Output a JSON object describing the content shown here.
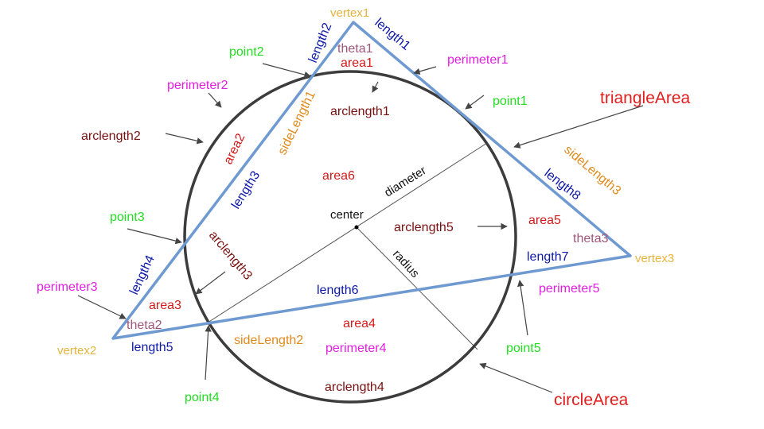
{
  "colors": {
    "triangle": "#6f9ad1",
    "circle": "#3c3c3c",
    "guide": "#555555",
    "arrow": "#444444",
    "title": "#e11d1d",
    "vertex": "#e6b43c",
    "point": "#22dd22",
    "length": "#0d18a8",
    "area": "#d41919",
    "arclength": "#7a1010",
    "perimeter": "#e11fe0",
    "sideLength": "#e08a1a",
    "theta": "#a0567a",
    "black": "#111111"
  },
  "labels": {
    "vertex1": "vertex1",
    "vertex2": "vertex2",
    "vertex3": "vertex3",
    "point1": "point1",
    "point2": "point2",
    "point3": "point3",
    "point4": "point4",
    "point5": "point5",
    "length1": "length1",
    "length2": "length2",
    "length3": "length3",
    "length4": "length4",
    "length5": "length5",
    "length6": "length6",
    "length7": "length7",
    "length8": "length8",
    "area1": "area1",
    "area2": "area2",
    "area3": "area3",
    "area4": "area4",
    "area5": "area5",
    "area6": "area6",
    "arclength1": "arclength1",
    "arclength2": "arclength2",
    "arclength3": "arclength3",
    "arclength4": "arclength4",
    "arclength5": "arclength5",
    "perimeter1": "perimeter1",
    "perimeter2": "perimeter2",
    "perimeter3": "perimeter3",
    "perimeter4": "perimeter4",
    "perimeter5": "perimeter5",
    "sideLength1": "sideLength1",
    "sideLength2": "sideLength2",
    "sideLength3": "sideLength3",
    "theta1": "theta1",
    "theta2": "theta2",
    "theta3": "theta3",
    "center": "center",
    "diameter": "diameter",
    "radius": "radius",
    "triangleArea": "triangleArea",
    "circleArea": "circleArea"
  }
}
